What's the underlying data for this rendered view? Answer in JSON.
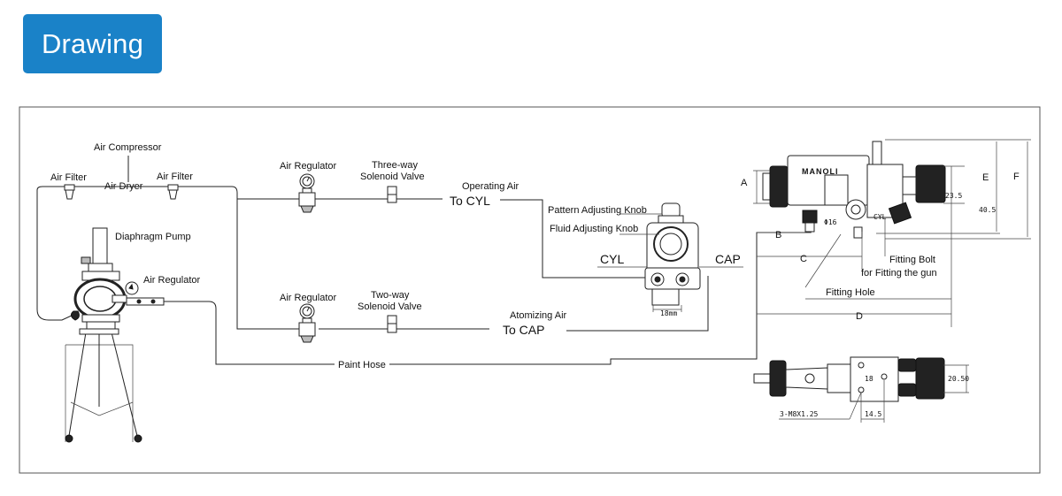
{
  "header": {
    "title": "Drawing"
  },
  "labels": {
    "air_compressor": "Air Compressor",
    "air_filter_left": "Air Filter",
    "air_dryer": "Air Dryer",
    "air_filter_right": "Air Filter",
    "diaphragm_pump": "Diaphragm Pump",
    "air_regulator_pump": "Air Regulator",
    "air_regulator_top": "Air Regulator",
    "air_regulator_bottom": "Air Regulator",
    "three_way_1": "Three-way",
    "three_way_2": "Solenoid Valve",
    "two_way_1": "Two-way",
    "two_way_2": "Solenoid Valve",
    "operating_air": "Operating Air",
    "to_cyl": "To CYL",
    "atomizing_air": "Atomizing Air",
    "to_cap": "To CAP",
    "paint_hose": "Paint Hose",
    "pattern_knob": "Pattern Adjusting Knob",
    "fluid_knob": "Fluid Adjusting Knob",
    "cyl": "CYL",
    "cap": "CAP",
    "dim_18mm": "18mm",
    "dim_a": "A",
    "dim_b": "B",
    "dim_c": "C",
    "dim_d": "D",
    "dim_e": "E",
    "dim_f": "F",
    "dim_23_5": "23.5",
    "dim_40_5": "40.5",
    "phi16": "Φ16",
    "gun_cyl": "CYL",
    "brand": "MANOLI",
    "fitting_bolt": "Fitting Bolt",
    "fitting_bolt_2": "for Fitting the gun",
    "fitting_hole": "Fitting Hole",
    "dim_20_50": "20.50",
    "dim_18": "18",
    "dim_14_5": "14.5",
    "thread": "3-M8X1.25"
  }
}
